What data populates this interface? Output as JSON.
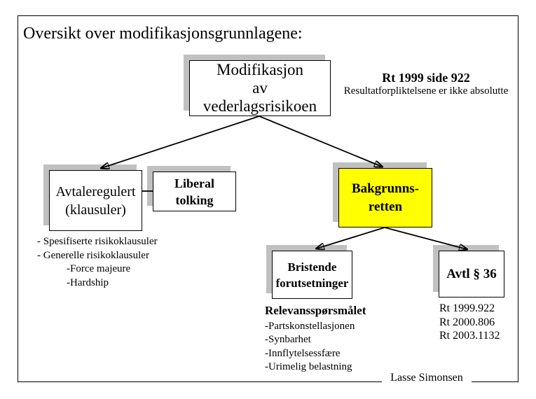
{
  "slide": {
    "title": "Oversikt over modifikasjonsgrunnlagene:",
    "footer": "Lasse Simonsen"
  },
  "boxes": {
    "modifikasjon": {
      "line1": "Modifikasjon",
      "line2": "av",
      "line3": "vederlagsrisikoen"
    },
    "avtaleregulert": {
      "line1": "Avtaleregulert",
      "line2": "(klausuler)"
    },
    "liberal_tolking": {
      "line1": "Liberal",
      "line2": "tolking"
    },
    "bakgrunnsretten": {
      "line1": "Bakgrunns-",
      "line2": "retten",
      "fill": "#FFFF00"
    },
    "bristende": {
      "line1": "Bristende",
      "line2": "forutsetninger"
    },
    "avtl36": {
      "label": "Avtl § 36"
    }
  },
  "notes": {
    "rt1999": {
      "heading": "Rt 1999 side 922",
      "body": "Resultatforpliktelsene er ikke absolutte"
    },
    "klausuler": {
      "items": [
        "- Spesifiserte risikoklausuler",
        "- Generelle risikoklausuler",
        "-Force majeure",
        "-Hardship"
      ]
    },
    "relevans": {
      "heading": "Relevansspørsmålet",
      "items": [
        "-Partskonstellasjonen",
        "-Synbarhet",
        "-Innflytelsessfære",
        "-Urimelig belastning"
      ]
    },
    "rt_cases": {
      "items": [
        "Rt 1999.922",
        "Rt 2000.806",
        "Rt 2003.1132"
      ]
    }
  },
  "colors": {
    "highlight": "#FFFF00",
    "shadow": "#C0C0C0",
    "ink": "#000000"
  }
}
